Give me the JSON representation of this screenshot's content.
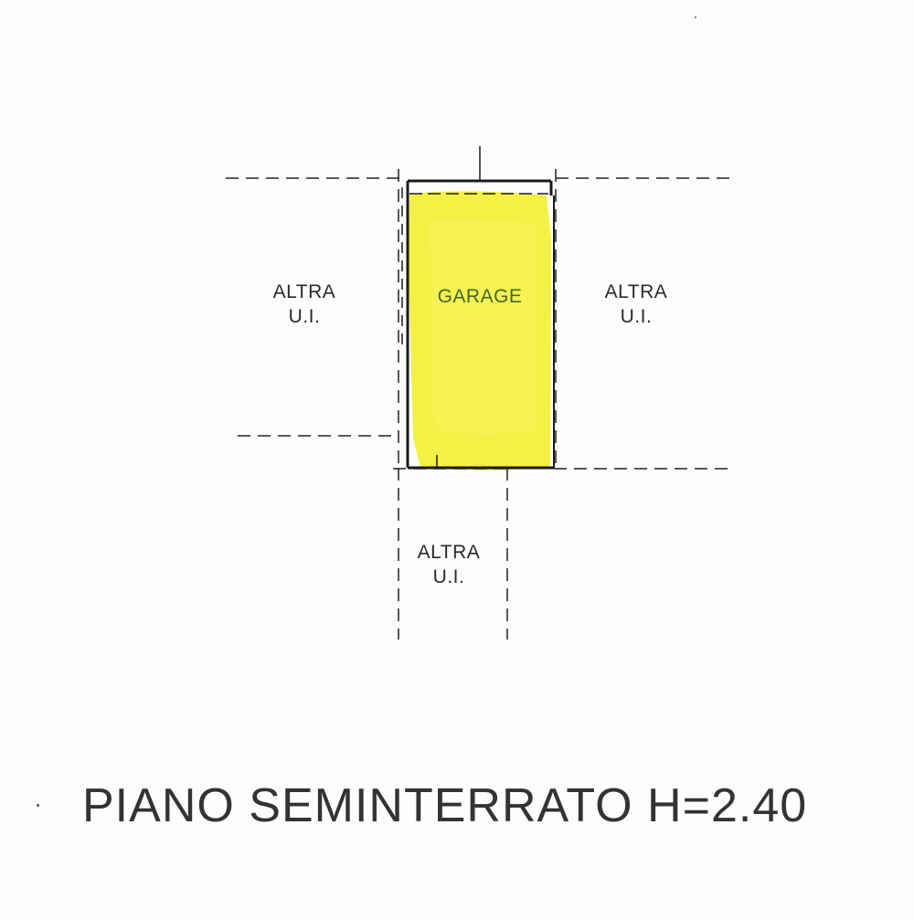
{
  "colors": {
    "garage_fill": "#f4ef35",
    "wall": "#1a1a1a",
    "dashed_line": "#222222",
    "garage_text": "#3e6a28",
    "title_text": "#333333"
  },
  "rooms": {
    "garage": "GARAGE",
    "left_unit": {
      "line1": "ALTRA",
      "line2": "U.I."
    },
    "right_unit": {
      "line1": "ALTRA",
      "line2": "U.I."
    },
    "bottom_unit": {
      "line1": "ALTRA",
      "line2": "U.I."
    }
  },
  "floor": {
    "title": "PIANO SEMINTERRATO H=2.40"
  }
}
